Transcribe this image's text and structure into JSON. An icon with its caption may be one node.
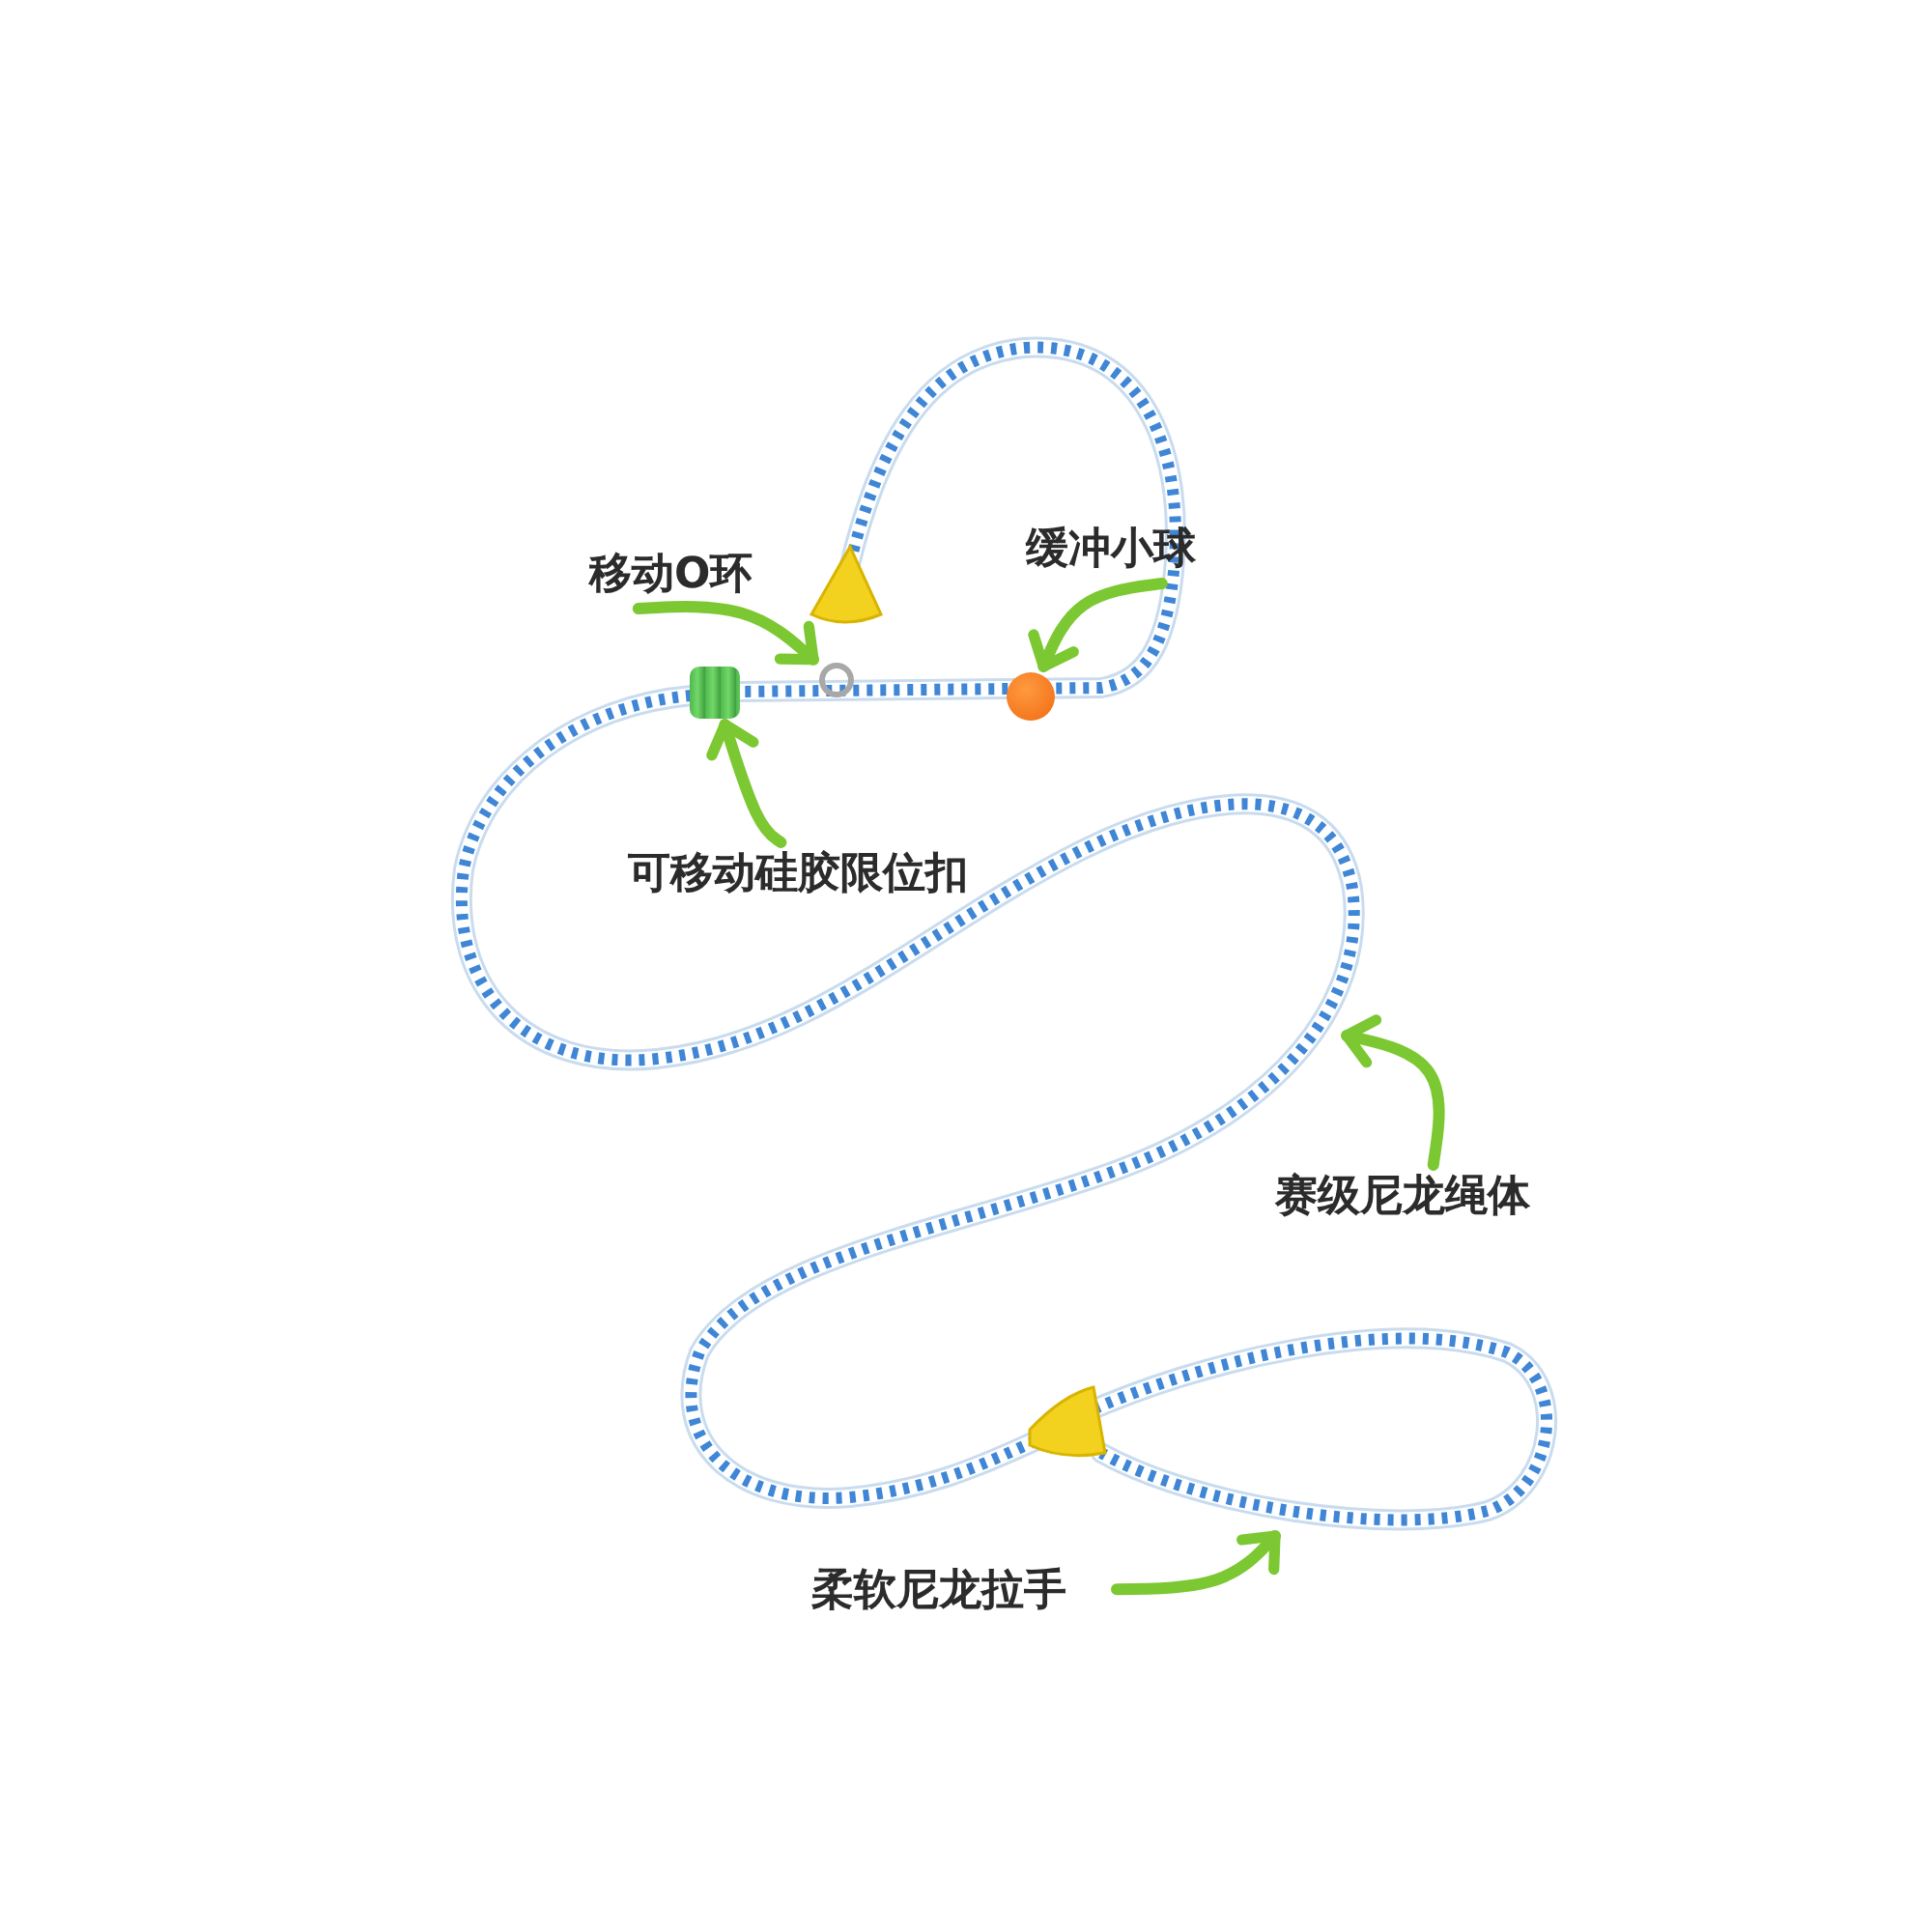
{
  "diagram": {
    "nodes": [
      {
        "text": [
          "移动O环"
        ]
      },
      {
        "text": [],
        "shape": "circle"
      },
      {
        "text": [
          "缓冲小球"
        ]
      },
      {
        "text": [],
        "shape": "circle"
      },
      {
        "text": [
          "可移动硅胶限位扣"
        ]
      },
      {
        "text": [],
        "shape": "box"
      },
      {
        "text": [
          "赛级尼龙绳体"
        ]
      },
      {
        "text": [
          "柔软尼龙拉手"
        ]
      }
    ],
    "edges": [
      {
        "from": 0,
        "to": 1,
        "arrow": "to"
      },
      {
        "from": 2,
        "to": 3,
        "arrow": "to"
      },
      {
        "from": 4,
        "to": 5,
        "arrow": "to"
      },
      {
        "from": 6,
        "to": null,
        "arrow": "to"
      },
      {
        "from": 7,
        "to": null,
        "arrow": "to"
      }
    ]
  }
}
